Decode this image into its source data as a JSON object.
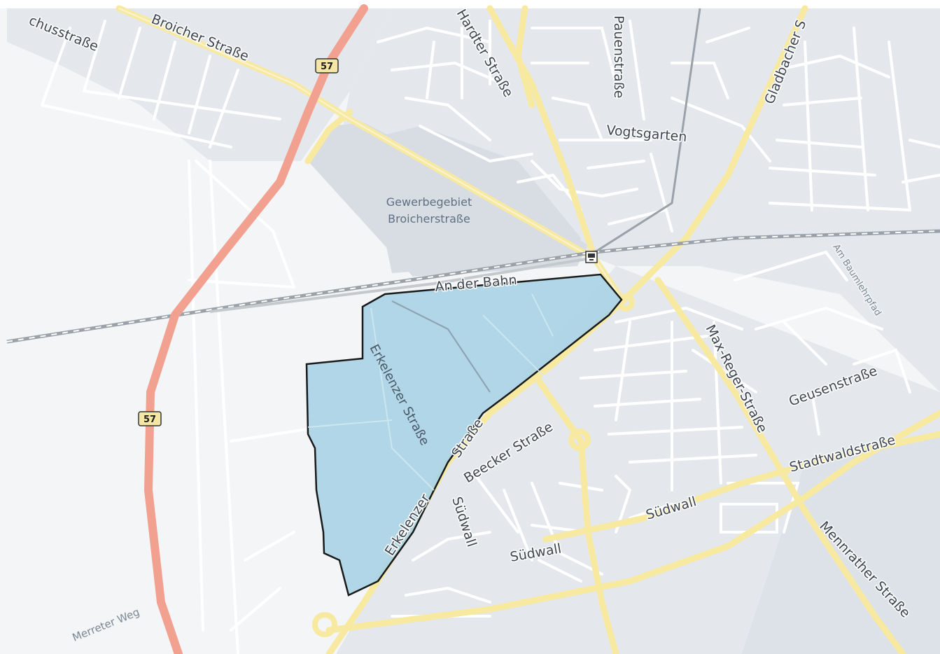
{
  "map": {
    "colors": {
      "background": "#f3f5f7",
      "settlement": "#e4e8ed",
      "industrial": "#d7dde3",
      "minor_road": "#ffffff",
      "main_road": "#f7e9a0",
      "motorway": "#f2a08f",
      "rail": "#9aa1a8",
      "district_fill": "#a9d3e4",
      "district_outline": "#1a1a1a"
    },
    "motorway_shields": [
      {
        "id": "top",
        "label": "57"
      },
      {
        "id": "left",
        "label": "57"
      }
    ],
    "area_labels": {
      "industrial_line1": "Gewerbegebiet",
      "industrial_line2": "Broicherstraße"
    },
    "street_labels": {
      "schussstrasse": "chusstraße",
      "broicher": "Broicher  Straße",
      "hardter": "Hardter Straße",
      "pauen": "Pauenstraße",
      "vogtsgarten": "Vogtsgarten",
      "gladbacher": "Gladbacher S",
      "an_der_bahn": "An der Bahn",
      "am_baumlehrpfad": "Am Baumlehrpfad",
      "max_reger": "Max-Reger-Straße",
      "geusen": "Geusenstraße",
      "stadtwald": "Stadtwaldstraße",
      "erkelenzer_inner": "Erkelenzer Straße",
      "erkelenzer_main_a": "Straße",
      "erkelenzer_main_b": "Erkelenzer",
      "beecker": "Beecker Straße",
      "suedwall_vertical": "Südwall",
      "suedwall_lower": "Südwall",
      "suedwall_east": "Südwall",
      "mennrather": "Mennrather Straße",
      "merreter": "Merreter Weg"
    },
    "station_icon": "train-station-icon"
  }
}
